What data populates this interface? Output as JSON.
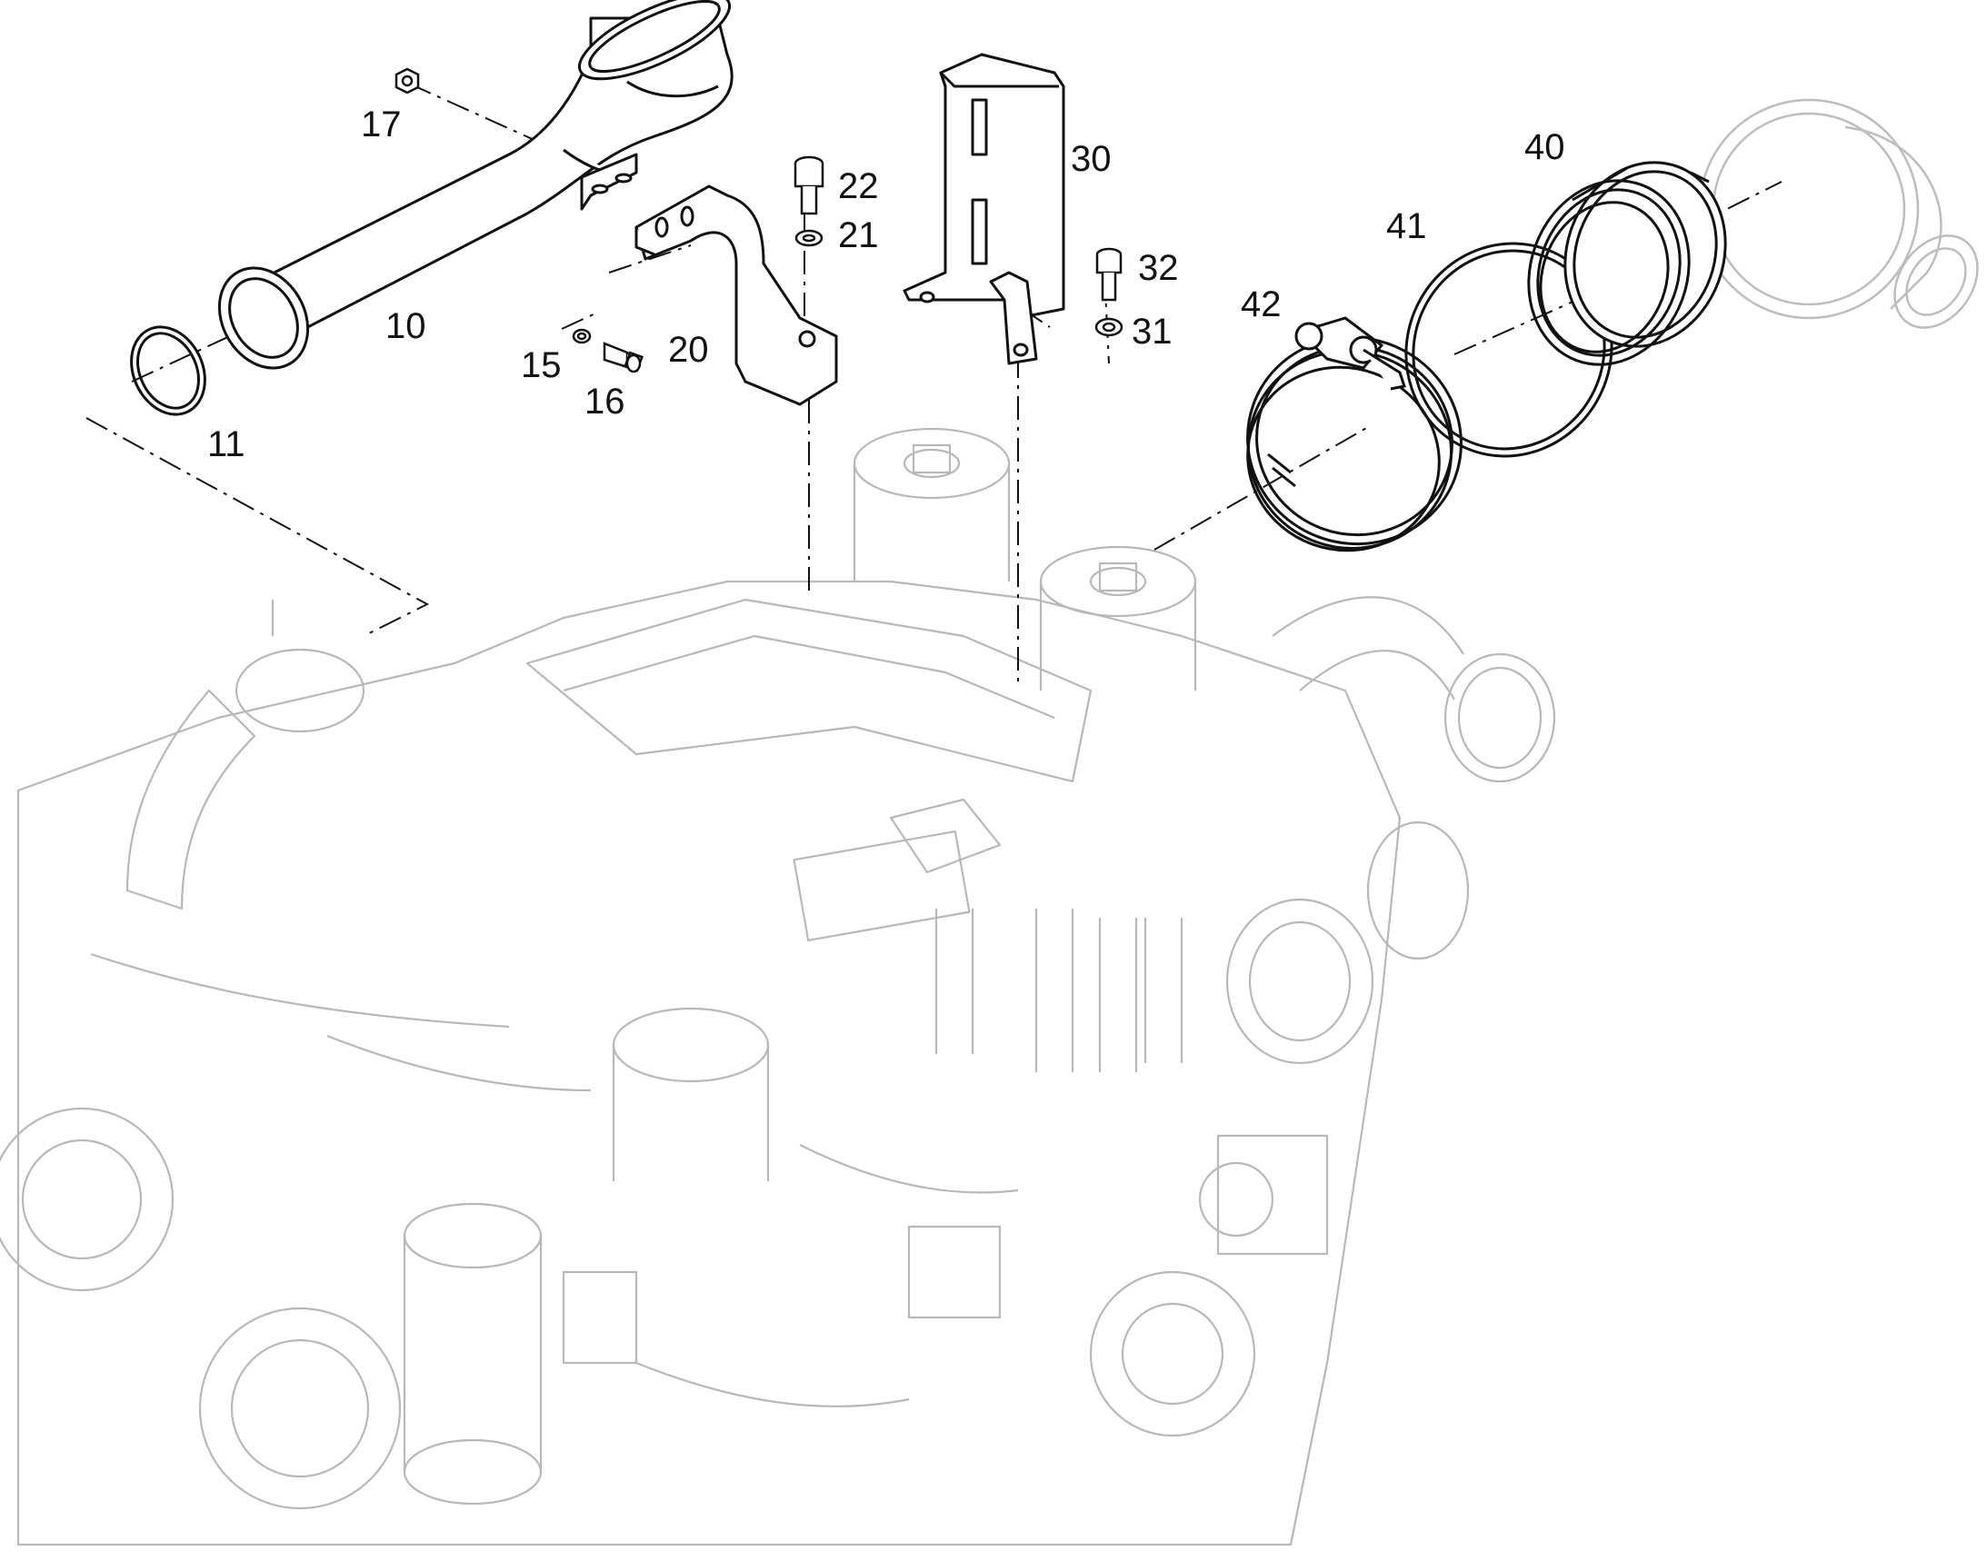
{
  "diagram": {
    "type": "exploded-parts-diagram",
    "colors": {
      "line": "#111111",
      "ghost": "#bdbdbd",
      "background": "#ffffff"
    },
    "callouts": [
      {
        "id": "c10",
        "label": "10"
      },
      {
        "id": "c11",
        "label": "11"
      },
      {
        "id": "c15",
        "label": "15"
      },
      {
        "id": "c16",
        "label": "16"
      },
      {
        "id": "c17",
        "label": "17"
      },
      {
        "id": "c20",
        "label": "20"
      },
      {
        "id": "c21",
        "label": "21"
      },
      {
        "id": "c22",
        "label": "22"
      },
      {
        "id": "c30",
        "label": "30"
      },
      {
        "id": "c31",
        "label": "31"
      },
      {
        "id": "c32",
        "label": "32"
      },
      {
        "id": "c40",
        "label": "40"
      },
      {
        "id": "c41",
        "label": "41"
      },
      {
        "id": "c42",
        "label": "42"
      }
    ]
  }
}
